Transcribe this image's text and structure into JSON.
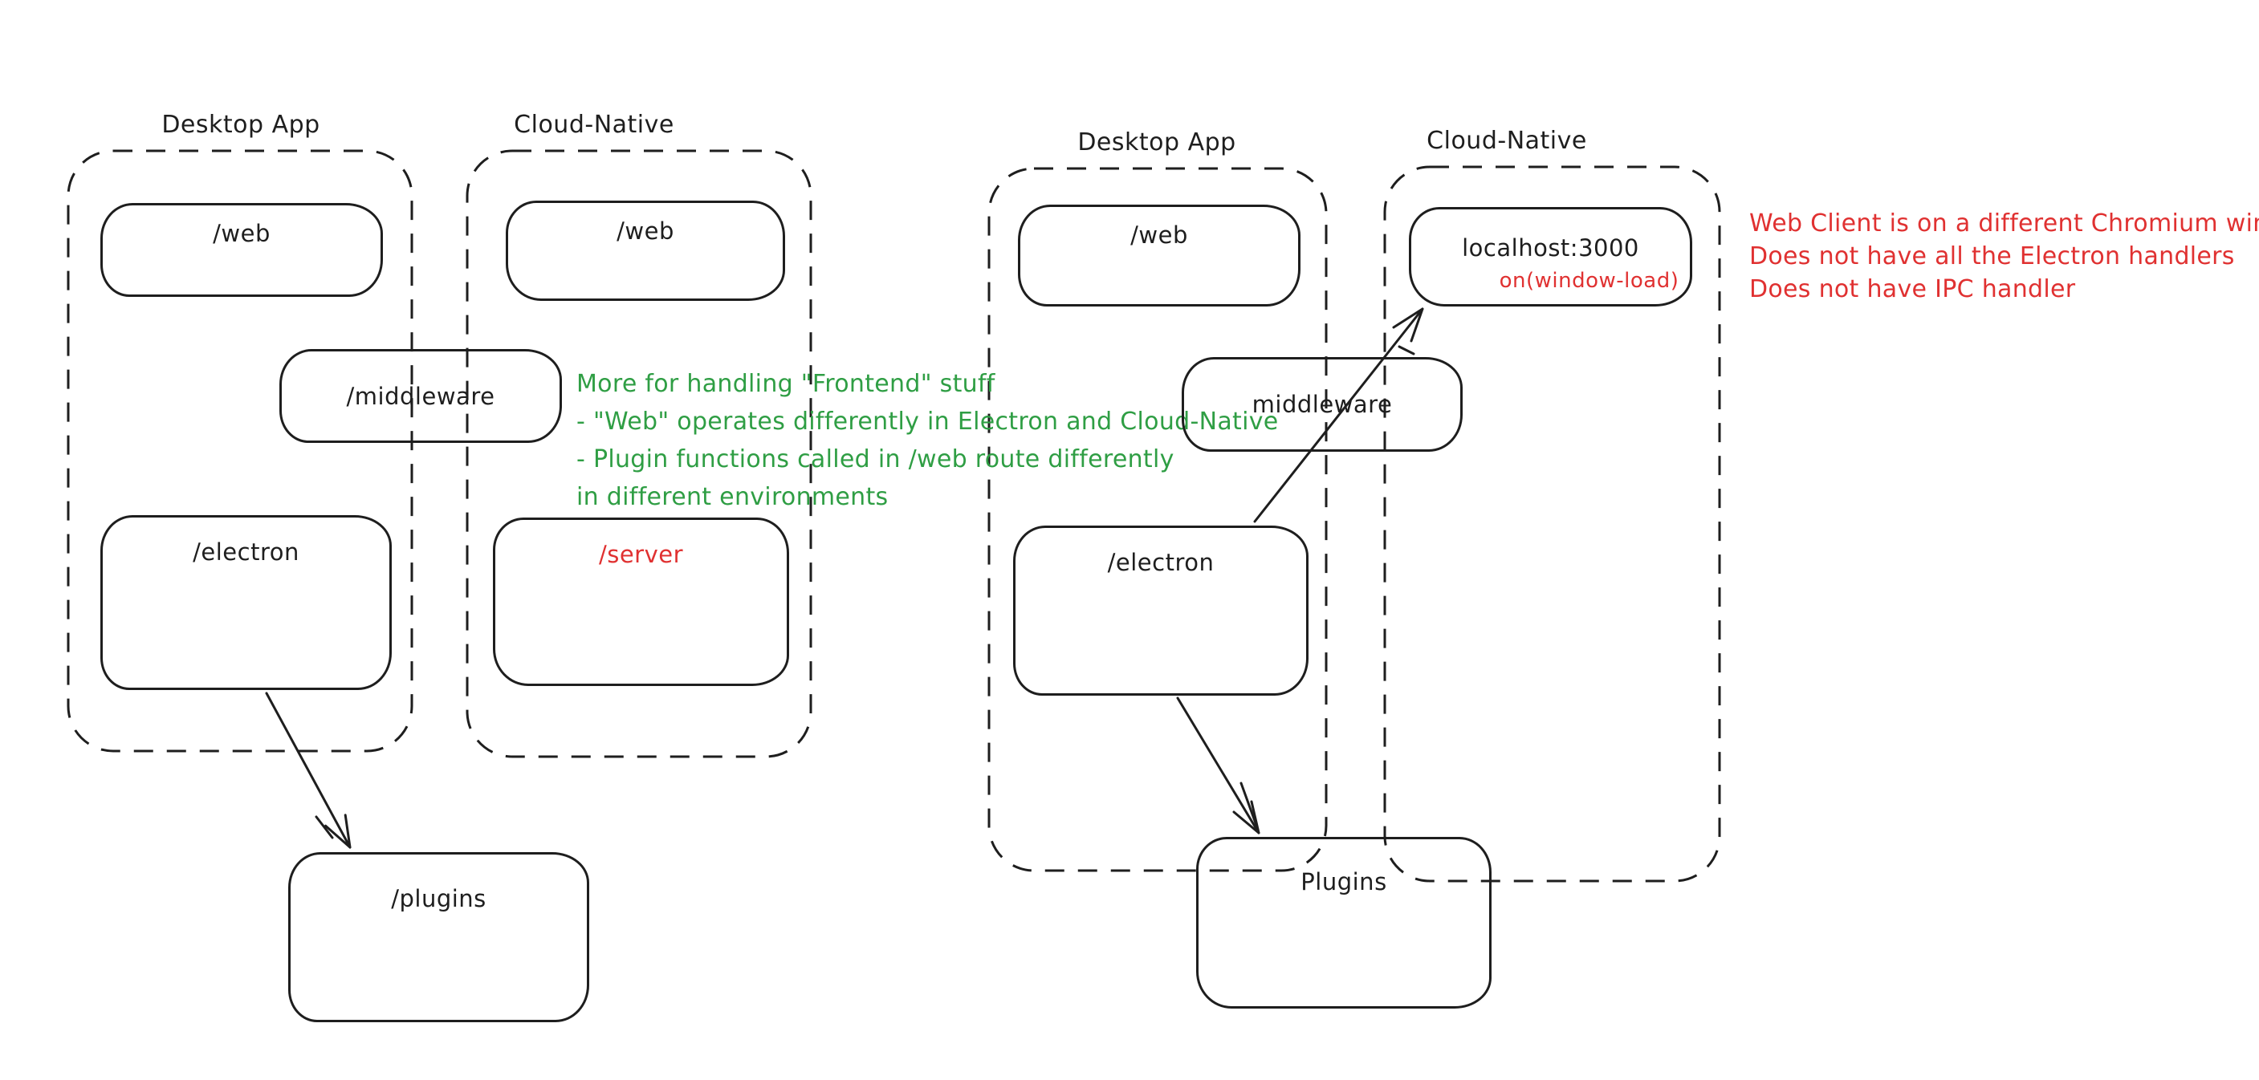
{
  "canvas": {
    "background": "#ffffff"
  },
  "colors": {
    "stroke": "#1e1e1e",
    "accent_red": "#e03131",
    "accent_green": "#2f9e44"
  },
  "left_diagram": {
    "desktop_group_title": "Desktop App",
    "cloud_group_title": "Cloud-Native",
    "desktop_web_box": "/web",
    "cloud_web_box": "/web",
    "middleware_box": "/middleware",
    "electron_box": "/electron",
    "server_box": "/server",
    "plugins_box": "/plugins",
    "green_note": {
      "line1": "More for handling \"Frontend\" stuff",
      "line2": "- \"Web\" operates differently in Electron and Cloud-Native",
      "line3": "- Plugin functions called in /web route differently",
      "line4": "in different environments"
    }
  },
  "right_diagram": {
    "desktop_group_title": "Desktop App",
    "cloud_group_title": "Cloud-Native",
    "web_box": "/web",
    "localhost_box": "localhost:3000",
    "localhost_event": "on(window-load)",
    "middleware_box": "middleware",
    "electron_box": "/electron",
    "plugins_box": "Plugins",
    "red_note": {
      "line1": "Web Client is on a different Chromium window",
      "line2": "Does not have all the Electron handlers",
      "line3": "Does not have IPC handler"
    }
  }
}
